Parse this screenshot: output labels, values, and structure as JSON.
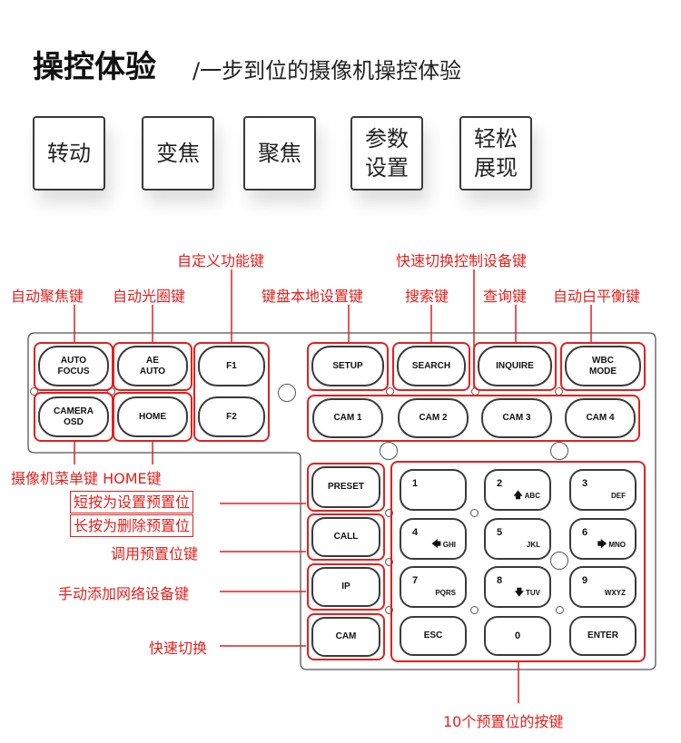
{
  "header": {
    "title": "操控体验",
    "subtitle": "/一步到位的摄像机操控体验"
  },
  "features": [
    {
      "line1": "转动",
      "line2": ""
    },
    {
      "line1": "变焦",
      "line2": ""
    },
    {
      "line1": "聚焦",
      "line2": ""
    },
    {
      "line1": "参数",
      "line2": "设置"
    },
    {
      "line1": "轻松",
      "line2": "展现"
    }
  ],
  "callouts": {
    "function_keys": "自定义功能键",
    "device_switch": "快速切换控制设备键",
    "autofocus": "自动聚焦键",
    "auto_aperture": "自动光圈键",
    "local_setup": "键盘本地设置键",
    "search": "搜索键",
    "inquire": "查询键",
    "white_balance": "自动白平衡键",
    "camera_menu": "摄像机菜单键",
    "home": "HOME键",
    "preset_short": "短按为设置预置位",
    "preset_long": "长按为删除预置位",
    "call_preset": "调用预置位键",
    "add_network_device": "手动添加网络设备键",
    "quick_switch": "快速切换",
    "preset_keys": "10个预置位的按键"
  },
  "keys": {
    "auto_focus": {
      "line1": "AUTO",
      "line2": "FOCUS"
    },
    "ae_auto": {
      "line1": "AE",
      "line2": "AUTO"
    },
    "f1": "F1",
    "f2": "F2",
    "camera_osd": {
      "line1": "CAMERA",
      "line2": "OSD"
    },
    "home": "HOME",
    "setup": "SETUP",
    "search": "SEARCH",
    "inquire": "INQUIRE",
    "wbc_mode": {
      "line1": "WBC",
      "line2": "MODE"
    },
    "cams": [
      "CAM 1",
      "CAM 2",
      "CAM 3",
      "CAM 4"
    ],
    "preset": "PRESET",
    "call": "CALL",
    "ip": "IP",
    "cam": "CAM",
    "numpad": [
      {
        "num": "1",
        "sub": "",
        "arrow": ""
      },
      {
        "num": "2",
        "sub": "ABC",
        "arrow": "up"
      },
      {
        "num": "3",
        "sub": "DEF",
        "arrow": ""
      },
      {
        "num": "4",
        "sub": "GHI",
        "arrow": "left"
      },
      {
        "num": "5",
        "sub": "JKL",
        "arrow": ""
      },
      {
        "num": "6",
        "sub": "MNO",
        "arrow": "right"
      },
      {
        "num": "7",
        "sub": "PQRS",
        "arrow": ""
      },
      {
        "num": "8",
        "sub": "TUV",
        "arrow": "down"
      },
      {
        "num": "9",
        "sub": "WXYZ",
        "arrow": ""
      }
    ],
    "esc": "ESC",
    "zero": "0",
    "enter": "ENTER"
  },
  "colors": {
    "accent": "#e0211e",
    "outline": "#3a3a3a"
  }
}
